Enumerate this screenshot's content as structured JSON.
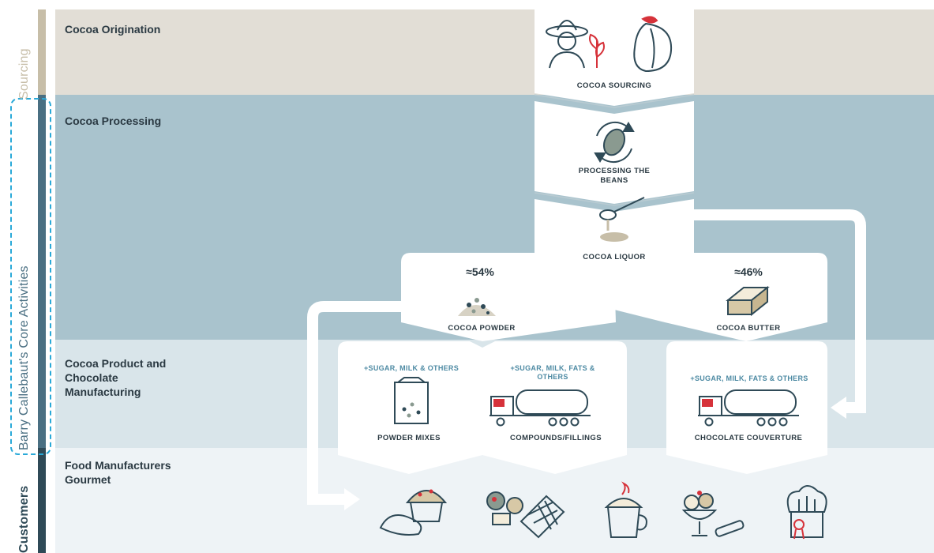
{
  "rows": {
    "origination": "Cocoa Origination",
    "processing": "Cocoa Processing",
    "manufacturing": "Cocoa Product and Chocolate Manufacturing",
    "customers": "Food Manufacturers Gourmet"
  },
  "side_labels": {
    "sourcing": "Sourcing",
    "core": "Barry Callebaut's Core Activities",
    "customers": "Customers"
  },
  "steps": {
    "sourcing": "COCOA SOURCING",
    "processing": "PROCESSING THE BEANS",
    "liquor": "COCOA LIQUOR",
    "powder": "COCOA POWDER",
    "butter": "COCOA BUTTER",
    "powder_mixes": "POWDER MIXES",
    "compounds": "COMPOUNDS/FILLINGS",
    "couverture": "CHOCOLATE COUVERTURE"
  },
  "shares": {
    "powder": "≈54%",
    "butter": "≈46%"
  },
  "additions": {
    "powder_mixes": "+SUGAR, MILK & OTHERS",
    "compounds": "+SUGAR, MILK, FATS & OTHERS",
    "couverture": "+SUGAR, MILK, FATS & OTHERS"
  },
  "icons": [
    "farmer-icon",
    "cocoa-plant-icon",
    "cocoa-pod-icon",
    "bean-recycle-icon",
    "liquor-spoon-icon",
    "powder-pile-icon",
    "butter-block-icon",
    "powder-bag-icon",
    "tanker-truck-icon",
    "pastry-icon",
    "chocolate-bar-icon",
    "hot-drink-icon",
    "ice-cream-icon",
    "chef-hat-icon"
  ],
  "colors": {
    "sourcing": "#c7bea8",
    "core": "#4a6f82",
    "customers": "#2f4a57",
    "dashed": "#29a9d8",
    "accent_red": "#d6323a"
  }
}
